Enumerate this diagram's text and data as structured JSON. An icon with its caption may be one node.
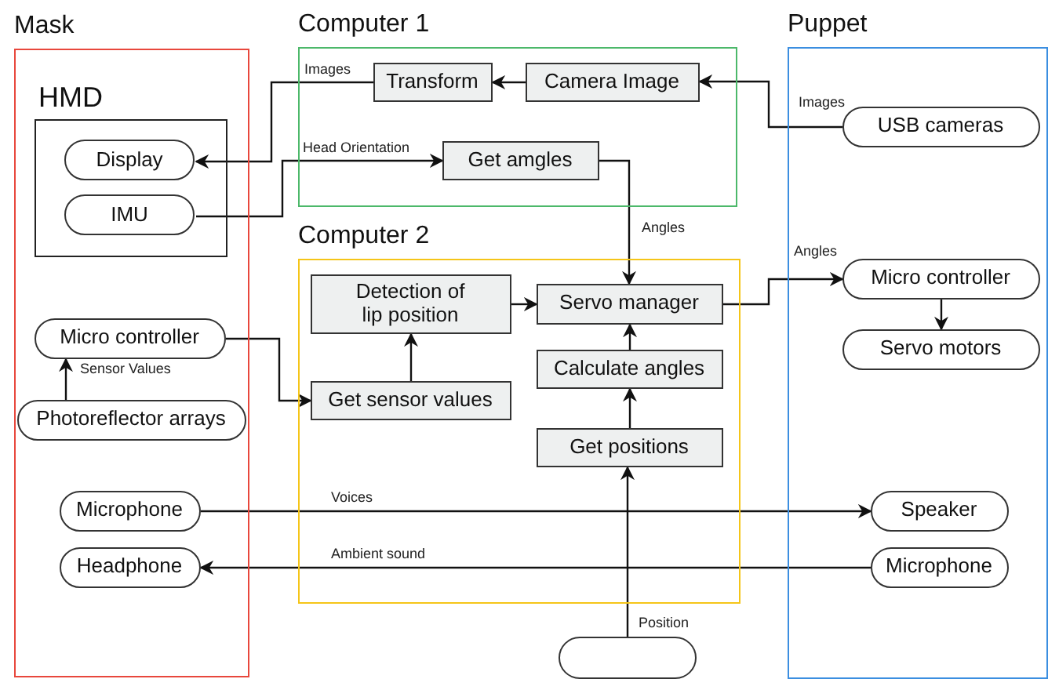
{
  "diagram": {
    "nodes": [
      {
        "text": [
          "Mask"
        ]
      },
      {
        "text": [
          "HMD"
        ],
        "in": 0
      },
      {
        "text": [
          "Display"
        ],
        "in": 1
      },
      {
        "text": [
          "IMU"
        ],
        "in": 1
      },
      {
        "text": [
          "Micro controller"
        ],
        "in": 0
      },
      {
        "text": [
          "Photoreflector arrays"
        ],
        "in": 0
      },
      {
        "text": [
          "Microphone"
        ],
        "in": 0
      },
      {
        "text": [
          "Headphone"
        ],
        "in": 0
      },
      {
        "text": [
          "Computer 1"
        ]
      },
      {
        "text": [
          "Transform"
        ],
        "in": 8
      },
      {
        "text": [
          "Camera Image"
        ],
        "in": 8
      },
      {
        "text": [
          "Get amgles"
        ],
        "in": 8
      },
      {
        "text": [
          "Computer 2"
        ]
      },
      {
        "text": [
          "Detection of lip position"
        ],
        "in": 12
      },
      {
        "text": [
          "Servo manager"
        ],
        "in": 12
      },
      {
        "text": [
          "Get sensor values"
        ],
        "in": 12
      },
      {
        "text": [
          "Calculate angles"
        ],
        "in": 12
      },
      {
        "text": [
          "Get positions"
        ],
        "in": 12
      },
      {
        "text": [
          "Puppet"
        ]
      },
      {
        "text": [
          "USB cameras"
        ],
        "in": 18
      },
      {
        "text": [
          "Micro controller"
        ],
        "in": 18
      },
      {
        "text": [
          "Servo motors"
        ],
        "in": 18
      },
      {
        "text": [
          "Speaker"
        ],
        "in": 18
      },
      {
        "text": [
          "Microphone"
        ],
        "in": 18
      },
      {
        "text": [],
        "shape": "box"
      }
    ],
    "edges": [
      {
        "from": 9,
        "to": 2,
        "arrow": "to",
        "label": "Images"
      },
      {
        "from": 10,
        "to": 9,
        "arrow": "to"
      },
      {
        "from": 19,
        "to": 10,
        "arrow": "to",
        "label": "Images"
      },
      {
        "from": 3,
        "to": 11,
        "arrow": "to",
        "label": "Head Orientation"
      },
      {
        "from": 11,
        "to": 14,
        "arrow": "to",
        "label": "Angles"
      },
      {
        "from": 15,
        "to": 13,
        "arrow": "to"
      },
      {
        "from": 13,
        "to": 14,
        "arrow": "to"
      },
      {
        "from": 16,
        "to": 14,
        "arrow": "to"
      },
      {
        "from": 17,
        "to": 16,
        "arrow": "to"
      },
      {
        "from": 24,
        "to": 17,
        "arrow": "to",
        "label": "Position"
      },
      {
        "from": 14,
        "to": 20,
        "arrow": "to",
        "label": "Angles"
      },
      {
        "from": 20,
        "to": 21,
        "arrow": "to"
      },
      {
        "from": 5,
        "to": 4,
        "arrow": "to",
        "label": "Sensor Values"
      },
      {
        "from": 4,
        "to": 15,
        "arrow": "to"
      },
      {
        "from": 6,
        "to": 22,
        "arrow": "to",
        "label": "Voices"
      },
      {
        "from": 23,
        "to": 7,
        "arrow": "to",
        "label": "Ambient sound"
      }
    ]
  }
}
